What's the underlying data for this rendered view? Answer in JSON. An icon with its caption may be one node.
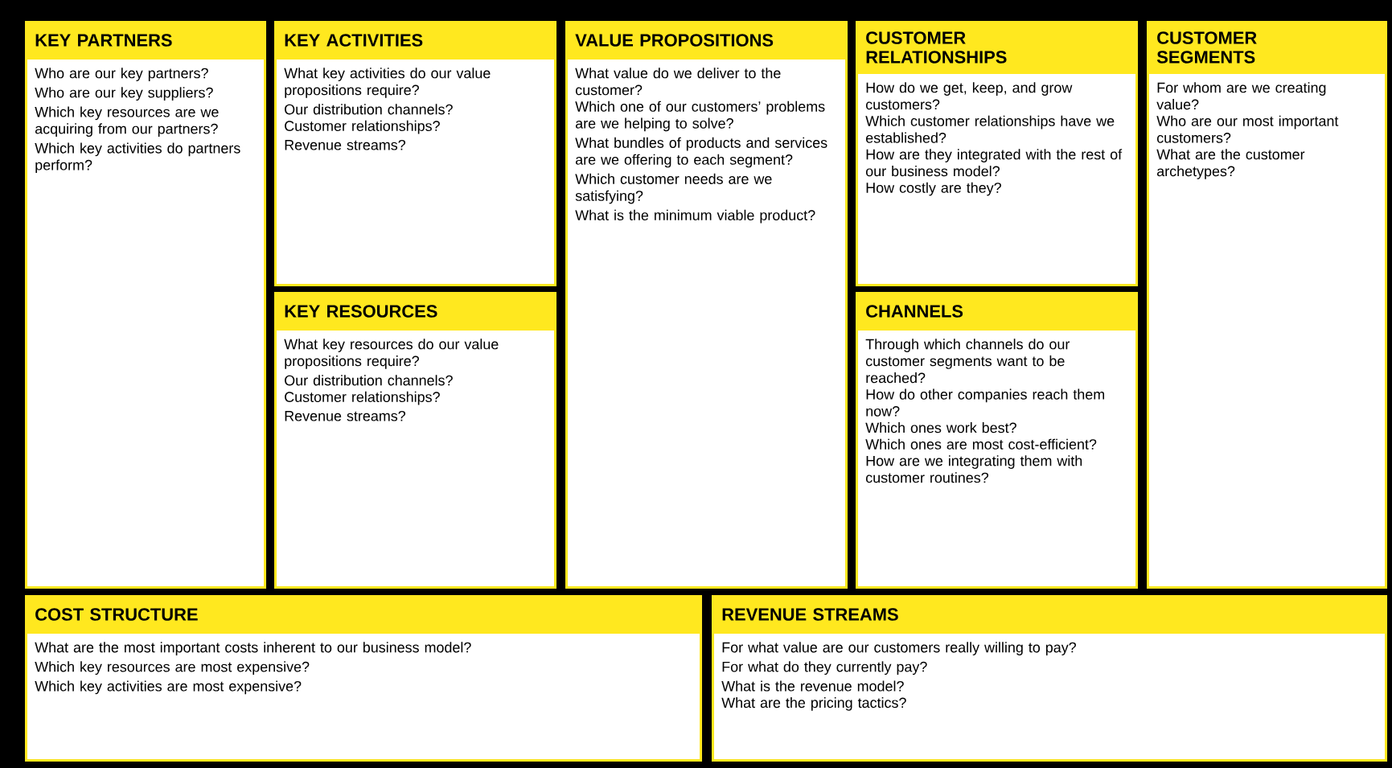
{
  "diagram": {
    "nodes": [
      {
        "text": [
          "KEY PARTNERS",
          "Who are our key partners?",
          "Who are our key suppliers?",
          "Which key resources are we acquiring from our partners?",
          "Which key activities do partners perform?"
        ]
      },
      {
        "text": [
          "KEY ACTIVITIES",
          "What key activities do our value propositions require?",
          "Our distribution channels?",
          "Customer relationships?",
          "Revenue streams?"
        ]
      },
      {
        "text": [
          "KEY RESOURCES",
          "What key resources do our value propositions require?",
          "Our distribution channels?",
          "Customer relationships?",
          "Revenue streams?"
        ]
      },
      {
        "text": [
          "VALUE PROPOSITIONS",
          "What value do we deliver to the customer?",
          "Which one of our customers’ problems are we helping to solve?",
          "What bundles of products and services are we offering to each segment?",
          "Which customer needs are we satisfying?",
          "What is the minimum viable product?"
        ]
      },
      {
        "text": [
          "CUSTOMER RELATIONSHIPS",
          "How do we get, keep, and grow customers?",
          "Which customer relationships have we established?",
          "How are they integrated with the rest of our business model?",
          "How costly are they?"
        ]
      },
      {
        "text": [
          "CHANNELS",
          "Through which channels do our customer segments want to be reached?",
          "How do other companies reach them now?",
          "Which ones work best?",
          "Which ones are most cost-efficient?",
          "How are we integrating them with customer routines?"
        ]
      },
      {
        "text": [
          "CUSTOMER SEGMENTS",
          "For whom are we creating value?",
          "Who are our most important customers?",
          "What are the customer archetypes?"
        ]
      },
      {
        "text": [
          "COST STRUCTURE",
          "What are the most important costs inherent to our business model?",
          "Which key resources are most expensive?",
          "Which key activities are most expensive?"
        ]
      },
      {
        "text": [
          "REVENUE STREAMS",
          "For what value are our customers really willing to pay?",
          "For what do they currently pay?",
          "What is the revenue model?",
          "What are the pricing tactics?"
        ]
      }
    ]
  }
}
